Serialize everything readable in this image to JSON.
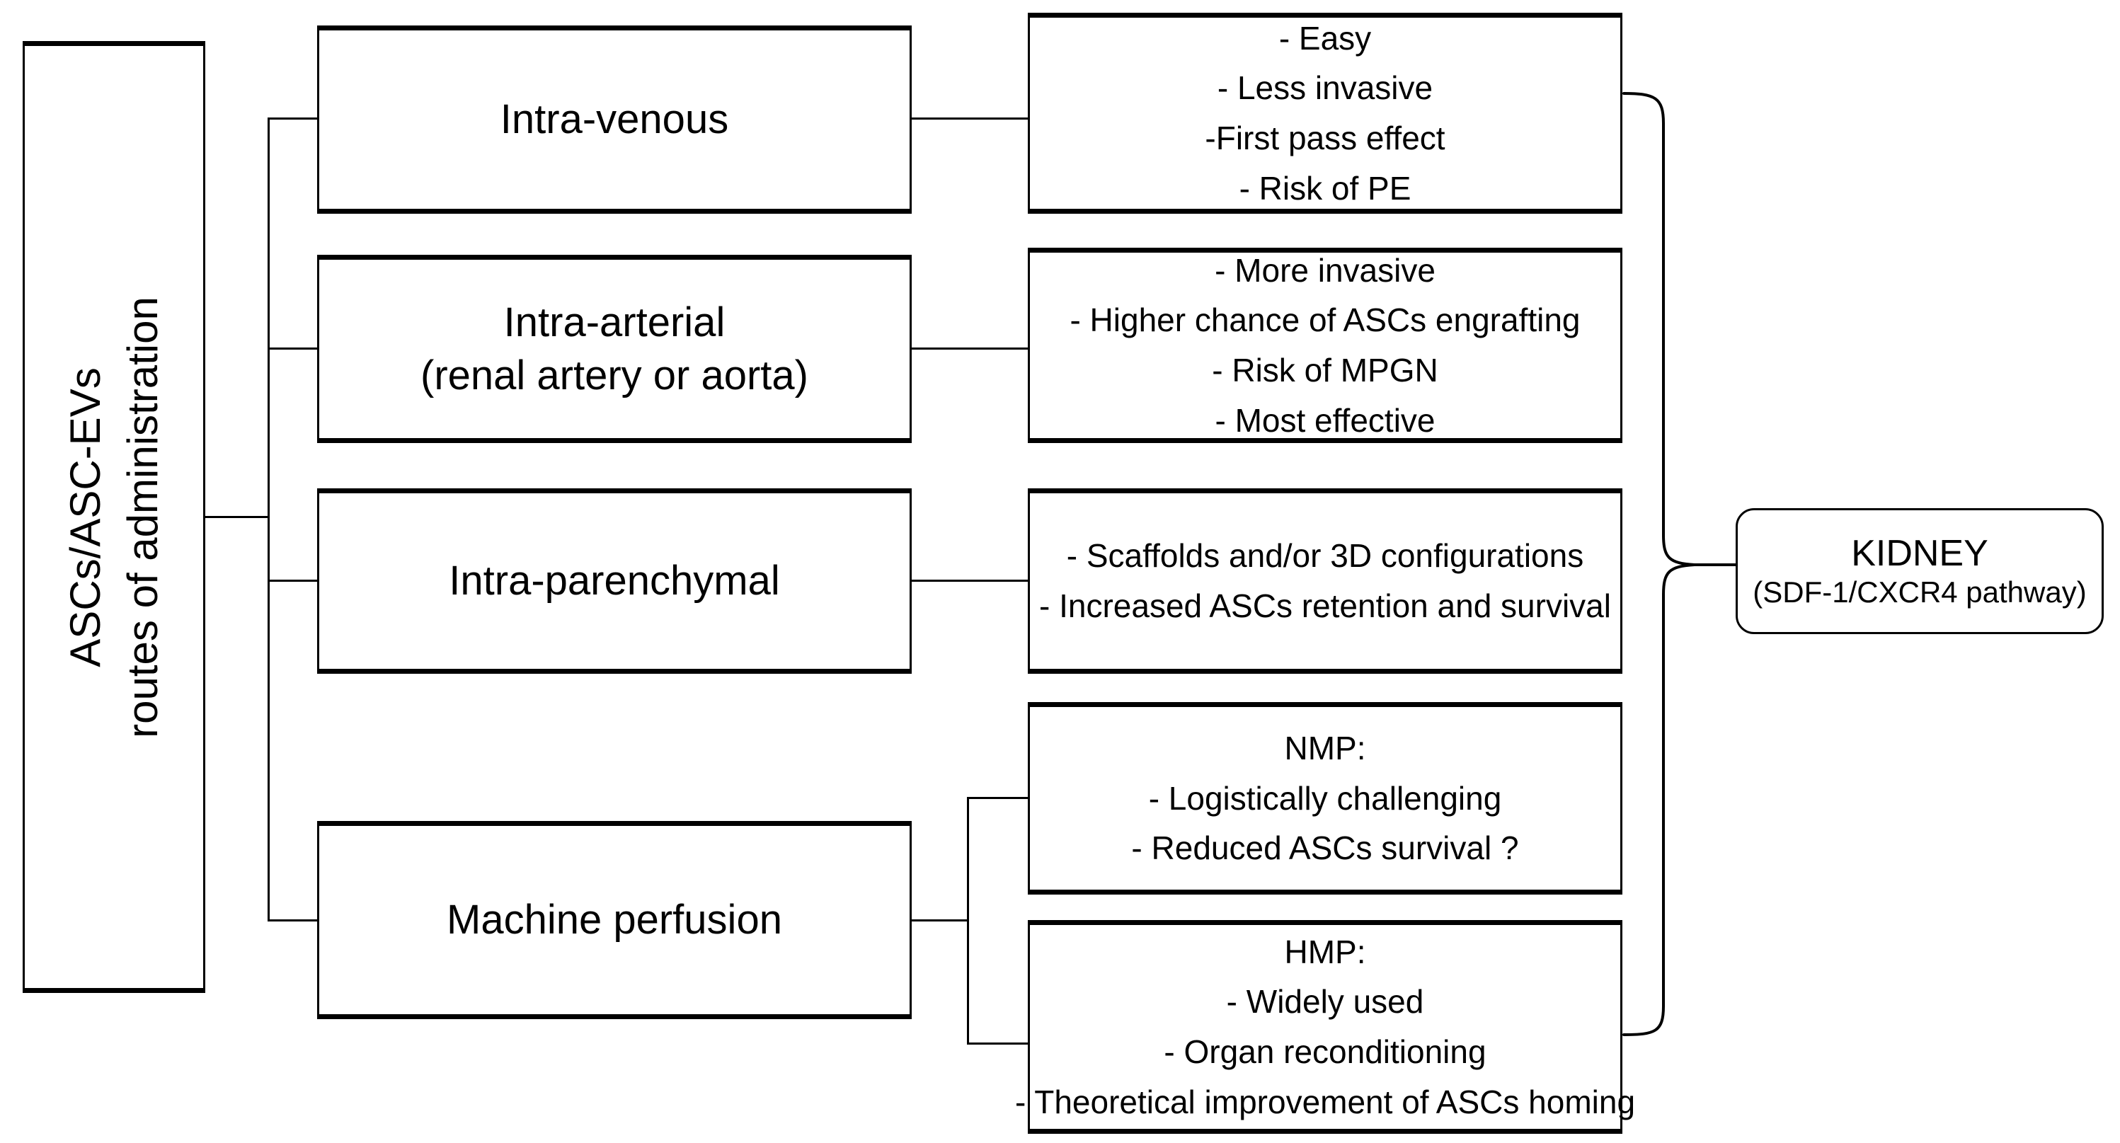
{
  "diagram": {
    "title": "ASCs/ASC-EVs routes of administration",
    "root": {
      "line1": "ASCs/ASC-EVs",
      "line2": "routes of administration"
    },
    "routes": [
      {
        "id": "intra-venous",
        "label_line1": "Intra-venous",
        "label_line2": "",
        "details": [
          "- Easy",
          "- Less invasive",
          "-First pass effect",
          "- Risk of PE"
        ]
      },
      {
        "id": "intra-arterial",
        "label_line1": "Intra-arterial",
        "label_line2": "(renal artery or aorta)",
        "details": [
          "- More invasive",
          "- Higher chance of ASCs engrafting",
          "- Risk of MPGN",
          "- Most effective"
        ]
      },
      {
        "id": "intra-parenchymal",
        "label_line1": "Intra-parenchymal",
        "label_line2": "",
        "details": [
          "- Scaffolds and/or 3D configurations",
          "- Increased ASCs retention and survival"
        ]
      },
      {
        "id": "machine-perfusion",
        "label_line1": "Machine perfusion",
        "label_line2": "",
        "sub_details": [
          {
            "id": "nmp",
            "heading": "NMP:",
            "items": [
              "- Logistically challenging",
              "- Reduced ASCs survival ?"
            ]
          },
          {
            "id": "hmp",
            "heading": "HMP:",
            "items": [
              "- Widely used",
              "- Organ reconditioning",
              "- Theoretical improvement of ASCs homing"
            ]
          }
        ]
      }
    ],
    "target": {
      "title": "KIDNEY",
      "subtitle": "(SDF-1/CXCR4 pathway)"
    },
    "colors": {
      "stroke": "#000000",
      "background": "#ffffff",
      "text": "#000000"
    }
  }
}
